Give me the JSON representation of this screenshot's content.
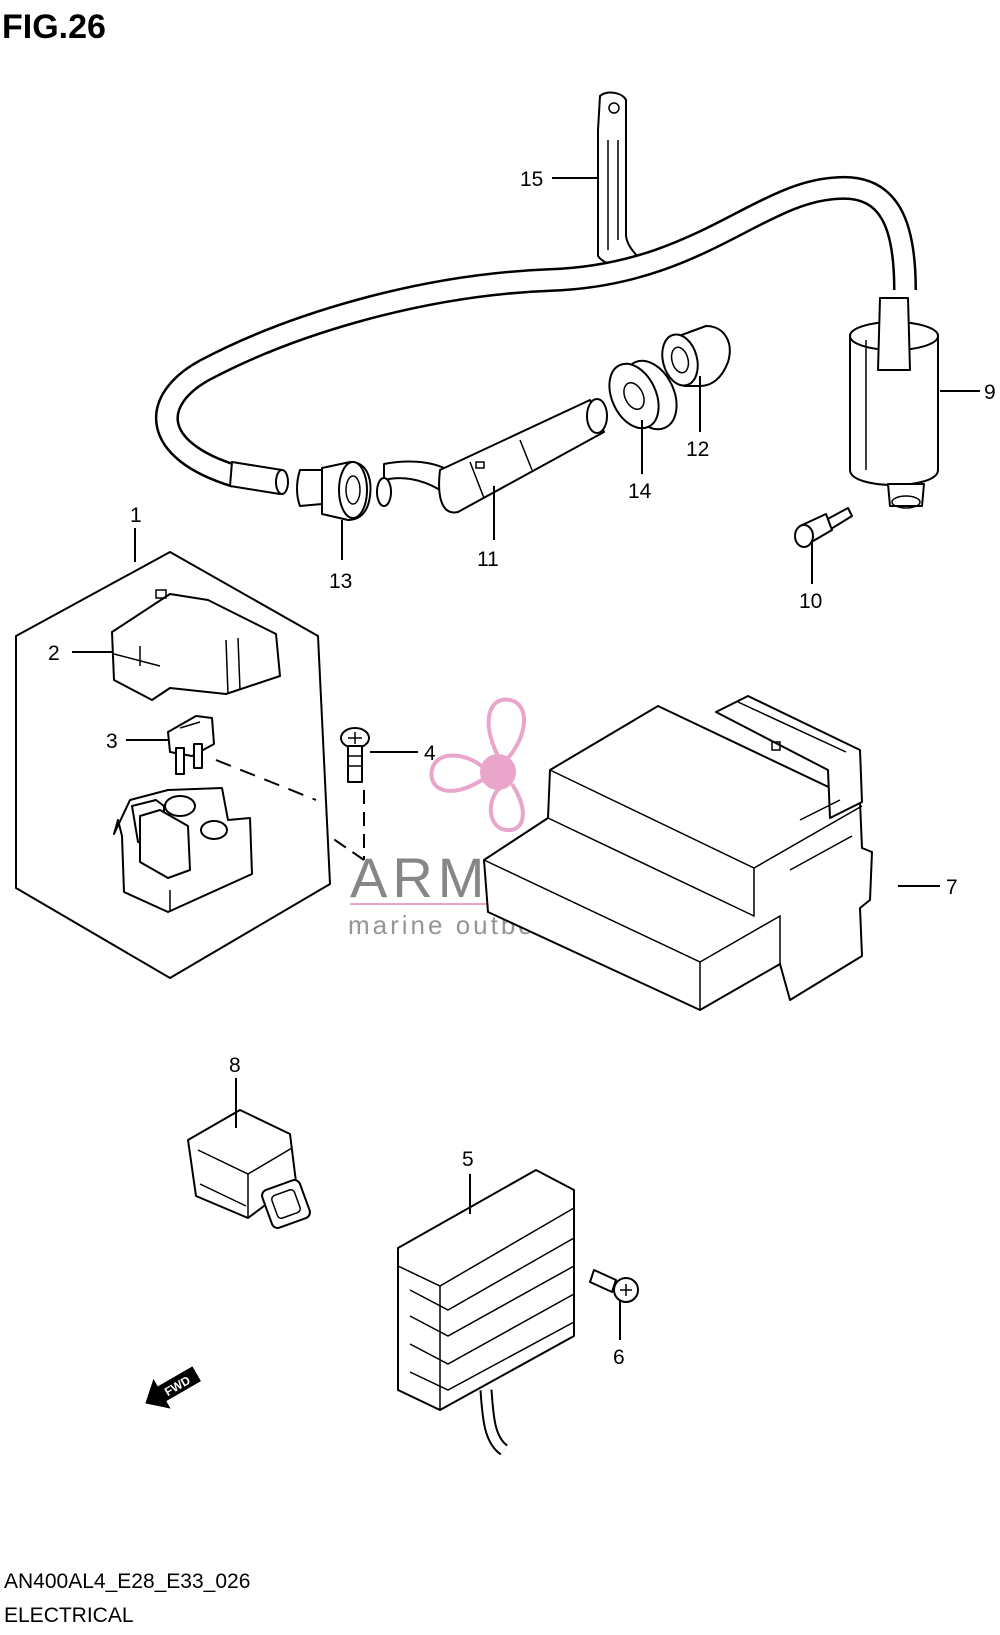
{
  "figure": {
    "title": "FIG.26",
    "footer_code": "AN400AL4_E28_E33_026",
    "footer_name": "ELECTRICAL"
  },
  "watermark": {
    "brand": "ARMADA",
    "tagline": "marine outboards",
    "brand_color": "#7a7a7a",
    "logo_color": "#e89cc6"
  },
  "fwd_label": "FWD",
  "callouts": [
    {
      "id": "c1",
      "label": "1"
    },
    {
      "id": "c2",
      "label": "2"
    },
    {
      "id": "c3",
      "label": "3"
    },
    {
      "id": "c4",
      "label": "4"
    },
    {
      "id": "c5",
      "label": "5"
    },
    {
      "id": "c6",
      "label": "6"
    },
    {
      "id": "c7",
      "label": "7"
    },
    {
      "id": "c8",
      "label": "8"
    },
    {
      "id": "c9",
      "label": "9"
    },
    {
      "id": "c10",
      "label": "10"
    },
    {
      "id": "c11",
      "label": "11"
    },
    {
      "id": "c12",
      "label": "12"
    },
    {
      "id": "c13",
      "label": "13"
    },
    {
      "id": "c14",
      "label": "14"
    },
    {
      "id": "c15",
      "label": "15"
    }
  ]
}
